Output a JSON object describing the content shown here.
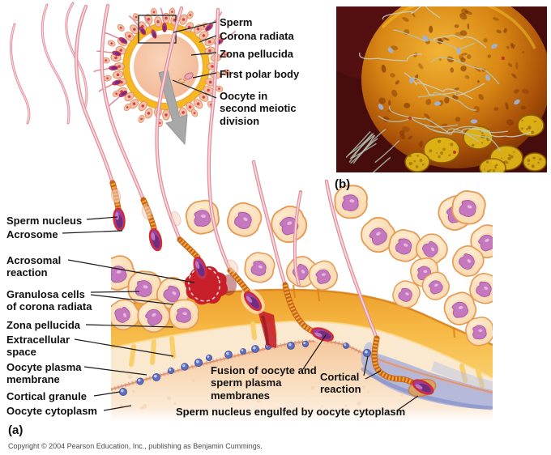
{
  "figure": {
    "panel_a_tag": "(a)",
    "panel_b_tag": "(b)",
    "copyright": "Copyright © 2004 Pearson Education, Inc., publishing as Benjamin Cummings."
  },
  "inset": {
    "labels": {
      "sperm": "Sperm",
      "corona_radiata": "Corona radiata",
      "zona_pellucida": "Zona pellucida",
      "first_polar_body": "First polar body",
      "oocyte": "Oocyte in second meiotic division"
    }
  },
  "main": {
    "labels": {
      "sperm_nucleus": "Sperm nucleus",
      "acrosome": "Acrosome",
      "acrosomal_reaction": "Acrosomal reaction",
      "granulosa_cells": "Granulosa cells of corona radiata",
      "zona_pellucida": "Zona pellucida",
      "extracellular_space": "Extracellular space",
      "oocyte_plasma_membrane": "Oocyte plasma membrane",
      "cortical_granule": "Cortical granule",
      "oocyte_cytoplasm": "Oocyte cytoplasm",
      "fusion": "Fusion of oocyte and sperm plasma membranes",
      "cortical_reaction": "Cortical reaction",
      "engulfed": "Sperm nucleus engulfed by oocyte cytoplasm"
    }
  },
  "colors": {
    "label_text": "#101010",
    "copyright_text": "#4a4a4a",
    "sperm_tail": "#e08f9d",
    "sperm_tail_light": "#fad7da",
    "midpiece": "#f2a93c",
    "midpiece_dark": "#c86418",
    "head_fill": "#9c3fa0",
    "head_dark": "#732b7e",
    "head_highlight": "#c584c9",
    "acrosome_red": "#d22b2b",
    "burst_red": "#c7202a",
    "burst_dark": "#8f1a1f",
    "cell_fill": "#fbe7c8",
    "cell_inner": "#f7d3a4",
    "cell_edge": "#e59a55",
    "nucleus": "#c678be",
    "nucleus_dark": "#a75ba8",
    "nucleus_highlight": "#e7bfe4",
    "zona_top": "#eda02b",
    "zona_bottom": "#f9cf6b",
    "zona_edge": "#d9821c",
    "extracellular": "#fae8cf",
    "cytoplasm_top": "#f6c79c",
    "cytoplasm_bottom": "#fdf2e6",
    "membrane": "#dc9579",
    "membrane_fringe": "#e5a98a",
    "granule": "#5f6fc0",
    "granule_light": "#c7d0f0",
    "cortical_blue": "#a9b2dc",
    "cortical_blue_dark": "#7683c4",
    "inset_cytoplasm": "#f5c2a2",
    "inset_zona": "#f5b821",
    "corona_cell": "#f6c0a2",
    "corona_cell_edge": "#dd8a66",
    "corona_dot": "#d24055",
    "arrow_gray": "#a8a8a8",
    "photo_bg": "#470c0c",
    "photo_sphere": "#d98a12",
    "photo_sphere_dark": "#6e2a04",
    "photo_cells": "#e0b517",
    "photo_tails": "#c6cdc2",
    "photo_heads": "#9fb2d8",
    "leader_line": "#1a1a1a"
  }
}
